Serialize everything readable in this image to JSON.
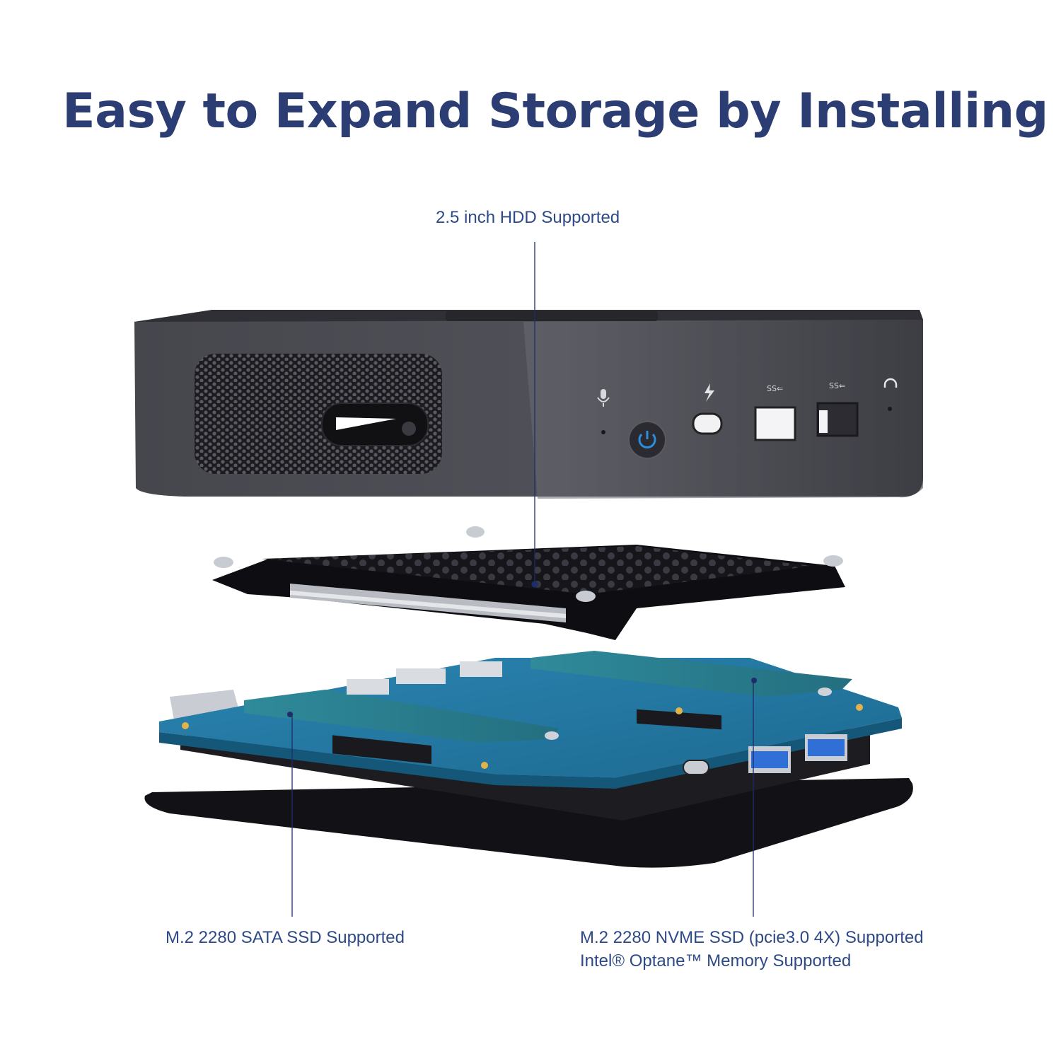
{
  "headline": "Easy to Expand Storage by Installing",
  "callouts": {
    "hdd": "2.5 inch HDD Supported",
    "sata": "M.2 2280 SATA SSD  Supported",
    "nvme_line1": "M.2 2280 NVME SSD (pcie3.0 4X) Supported",
    "nvme_line2": "Intel® Optane™ Memory Supported"
  },
  "colors": {
    "headline": "#2b3d73",
    "callout_text": "#2e4a86",
    "leader_line": "#1f2d6b",
    "chassis": "#4a4a52",
    "pcb": "#2a7fa8",
    "power_led": "#2b8fe0",
    "usb_port": "#2f6fd6"
  },
  "port_icons": [
    "microphone-icon",
    "thunderbolt-icon",
    "usb-superspeed-icon",
    "usb-superspeed-icon",
    "headphone-icon",
    "power-icon"
  ]
}
